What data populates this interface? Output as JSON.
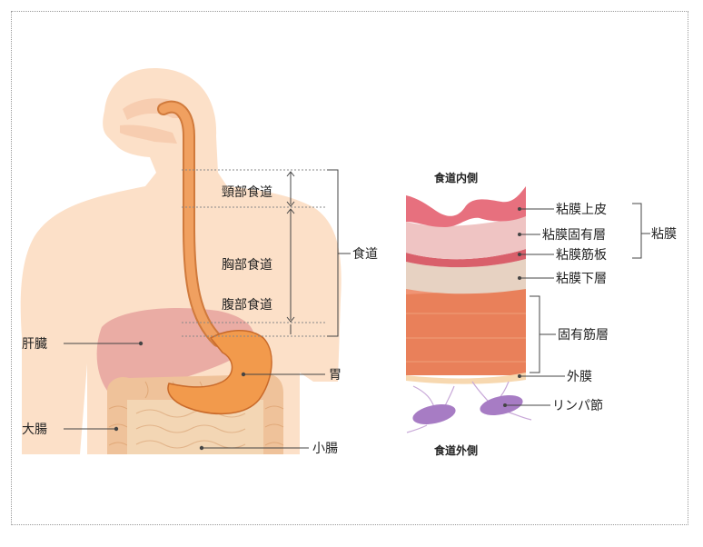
{
  "anatomy": {
    "esophagus_label": "食道",
    "cervical_esophagus": "頸部食道",
    "thoracic_esophagus": "胸部食道",
    "abdominal_esophagus": "腹部食道",
    "liver": "肝臓",
    "stomach": "胃",
    "large_intestine": "大腸",
    "small_intestine": "小腸"
  },
  "wall": {
    "inner_side": "食道内側",
    "outer_side": "食道外側",
    "mucosa_group": "粘膜",
    "layers": [
      "粘膜上皮",
      "粘膜固有層",
      "粘膜筋板",
      "粘膜下層",
      "固有筋層",
      "外膜",
      "リンパ節"
    ]
  },
  "colors": {
    "skin": "#fce0c8",
    "esophagus": "#f0a060",
    "liver": "#e8a6a0",
    "stomach": "#f29a4c",
    "intestine": "#f3cfa4",
    "epithelium": "#e7707e",
    "lamina_propria": "#efc4c3",
    "muscularis_mucosae": "#d9606b",
    "submucosa": "#e7d2c2",
    "muscularis_propria": "#e9805a",
    "adventitia": "#f7d8b0",
    "lymph_node": "#a77cc4"
  }
}
